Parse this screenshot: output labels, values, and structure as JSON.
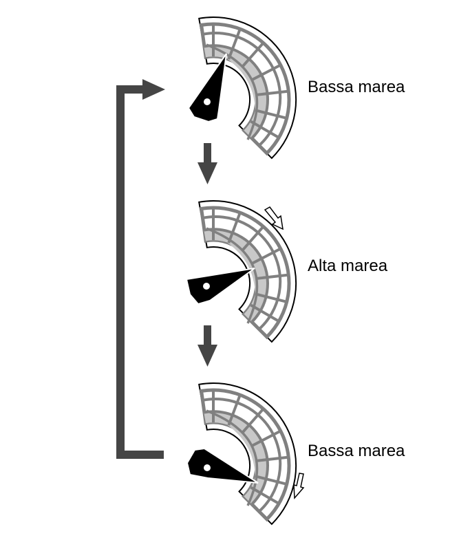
{
  "diagram": {
    "type": "cycle-flow",
    "colors": {
      "arrow": "#454545",
      "grid": "#808080",
      "fill_shaded": "#c8c8c8",
      "pointer": "#000000",
      "outline": "#000000"
    },
    "stages": [
      {
        "id": "stage-1",
        "label": "Bassa marea",
        "pointer_angle_deg": -78,
        "motion_arrow": "none"
      },
      {
        "id": "stage-2",
        "label": "Alta marea",
        "pointer_angle_deg": -12,
        "motion_arrow": "clockwise-top"
      },
      {
        "id": "stage-3",
        "label": "Bassa marea",
        "pointer_angle_deg": 20,
        "motion_arrow": "clockwise-bottom"
      }
    ],
    "flow_arrows": [
      {
        "from": "stage-1",
        "to": "stage-2",
        "direction": "down"
      },
      {
        "from": "stage-2",
        "to": "stage-3",
        "direction": "down"
      },
      {
        "from": "stage-3",
        "to": "stage-1",
        "direction": "loop-back"
      }
    ]
  }
}
